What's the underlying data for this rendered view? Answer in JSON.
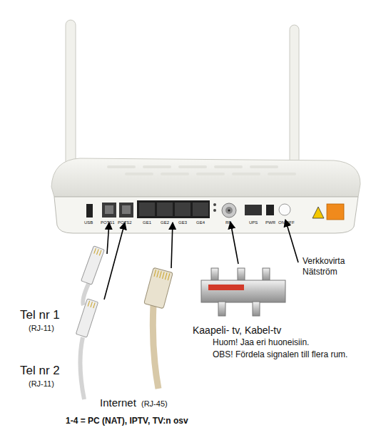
{
  "diagram": {
    "labels": [
      "USB",
      "POTS1",
      "POTS2",
      "GE1",
      "GE2",
      "GE3",
      "GE4",
      "RF",
      "UPS",
      "PWR",
      "ON/OFF",
      "Verkkovirta",
      "Nätström",
      "Tel nr 1",
      "(RJ-11)",
      "Tel nr 2",
      "(RJ-11)",
      "Internet",
      "(RJ-45)",
      "Kaapeli- tv, Kabel-tv",
      "Huom! Jaa eri huoneisiin.",
      "OBS! Fördela signalen till flera rum.",
      "1-4 = PC (NAT), IPTV, TV:n osv"
    ]
  }
}
